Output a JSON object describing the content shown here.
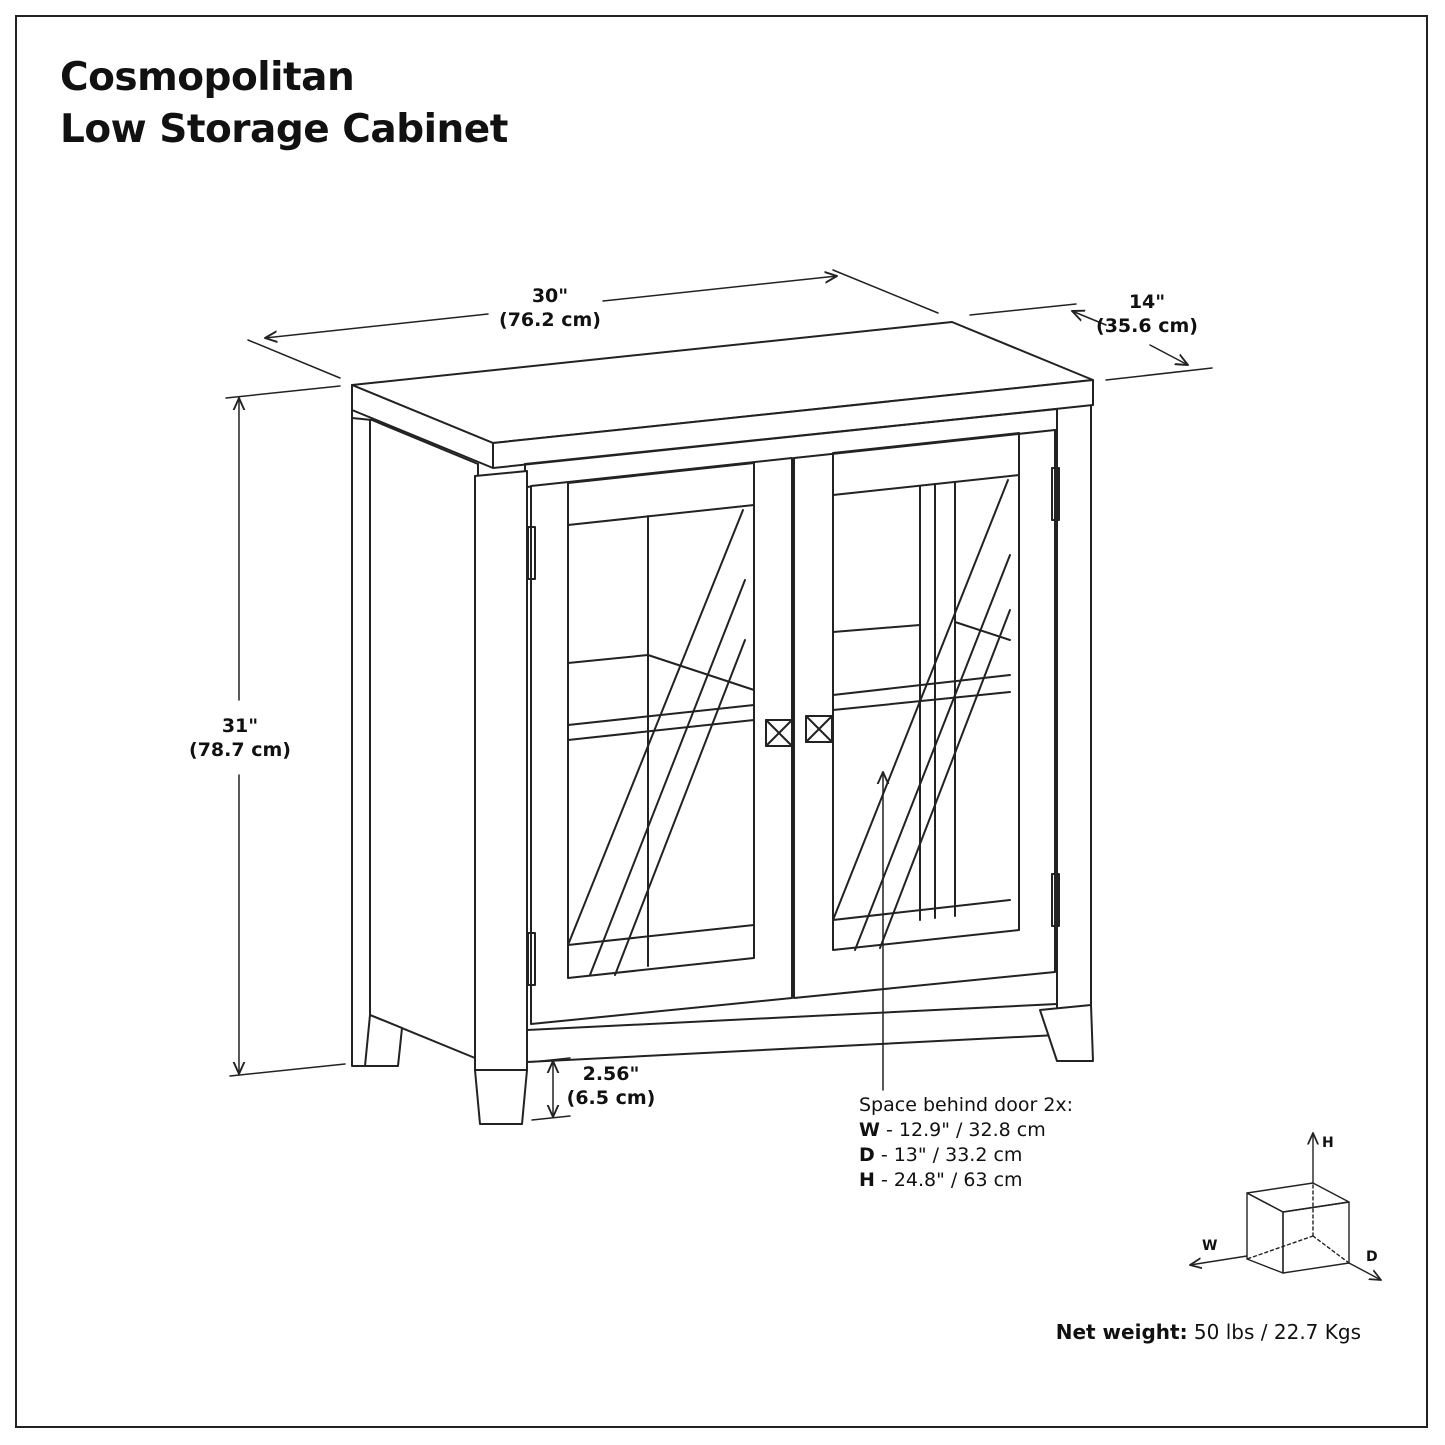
{
  "title": {
    "line1": "Cosmopolitan",
    "line2": "Low Storage Cabinet"
  },
  "dimensions": {
    "width": {
      "in": "30\"",
      "cm": "(76.2 cm)"
    },
    "depth": {
      "in": "14\"",
      "cm": "(35.6 cm)"
    },
    "height": {
      "in": "31\"",
      "cm": "(78.7 cm)"
    },
    "leg_height": {
      "in": "2.56\"",
      "cm": "(6.5 cm)"
    }
  },
  "space_behind_door": {
    "heading": "Space behind door 2x:",
    "rows": [
      {
        "key": "W",
        "value": " - 12.9\" / 32.8 cm"
      },
      {
        "key": "D",
        "value": " - 13\" / 33.2 cm"
      },
      {
        "key": "H",
        "value": " - 24.8\" / 63 cm"
      }
    ]
  },
  "axis_legend": {
    "h": "H",
    "w": "W",
    "d": "D"
  },
  "net_weight": {
    "label": "Net weight:",
    "value": " 50 lbs / 22.7 Kgs"
  },
  "colors": {
    "line": "#222222",
    "background": "#ffffff"
  }
}
